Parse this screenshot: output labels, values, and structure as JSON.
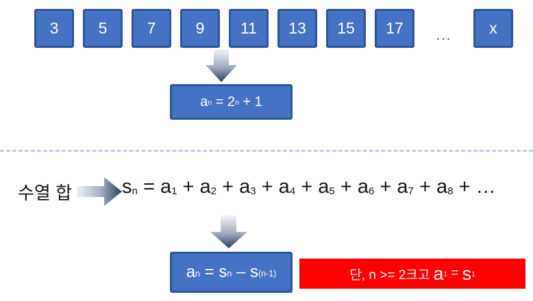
{
  "colors": {
    "box_fill": "#4472C4",
    "box_border": "#2F5597",
    "condition_fill": "#FF0000",
    "divider": "#BFCEEA",
    "box_text": "#FFFFFF",
    "body_text": "#111111",
    "arrow_light": "#F2F2F2",
    "arrow_mid": "#9FACC3",
    "arrow_dark": "#2E3F5C",
    "ellipsis_text": "#4D4D4D"
  },
  "sequence": {
    "boxes": [
      "3",
      "5",
      "7",
      "9",
      "11",
      "13",
      "15",
      "17"
    ],
    "ellipsis": "...",
    "unknown_box": "x"
  },
  "general_term_box": {
    "tokens": [
      {
        "t": "a"
      },
      {
        "s": "n"
      },
      {
        "t": " = 2"
      },
      {
        "s": "n"
      },
      {
        "t": " + 1"
      }
    ]
  },
  "sum_section": {
    "label": "수열 합",
    "formula_tokens": [
      {
        "t": "s"
      },
      {
        "s": "n"
      },
      {
        "t": " = a"
      },
      {
        "s": "1"
      },
      {
        "t": " + a"
      },
      {
        "s": "2"
      },
      {
        "t": " + a"
      },
      {
        "s": "3"
      },
      {
        "t": " + a"
      },
      {
        "s": "4"
      },
      {
        "t": " + a"
      },
      {
        "s": "5"
      },
      {
        "t": " + a"
      },
      {
        "s": "6"
      },
      {
        "t": " + a"
      },
      {
        "s": "7"
      },
      {
        "t": " + a"
      },
      {
        "s": "8"
      },
      {
        "t": " + …"
      }
    ]
  },
  "difference_box": {
    "tokens": [
      {
        "t": "a"
      },
      {
        "s": "n"
      },
      {
        "t": " = s"
      },
      {
        "s": "n"
      },
      {
        "t": " – s"
      },
      {
        "s": "(n-1)"
      }
    ]
  },
  "condition_box": {
    "tokens": [
      {
        "t": "단, n >= 2크고 "
      },
      {
        "b": "a"
      },
      {
        "s": "1"
      },
      {
        "t": " = "
      },
      {
        "b": "s"
      },
      {
        "s": "1"
      }
    ]
  }
}
